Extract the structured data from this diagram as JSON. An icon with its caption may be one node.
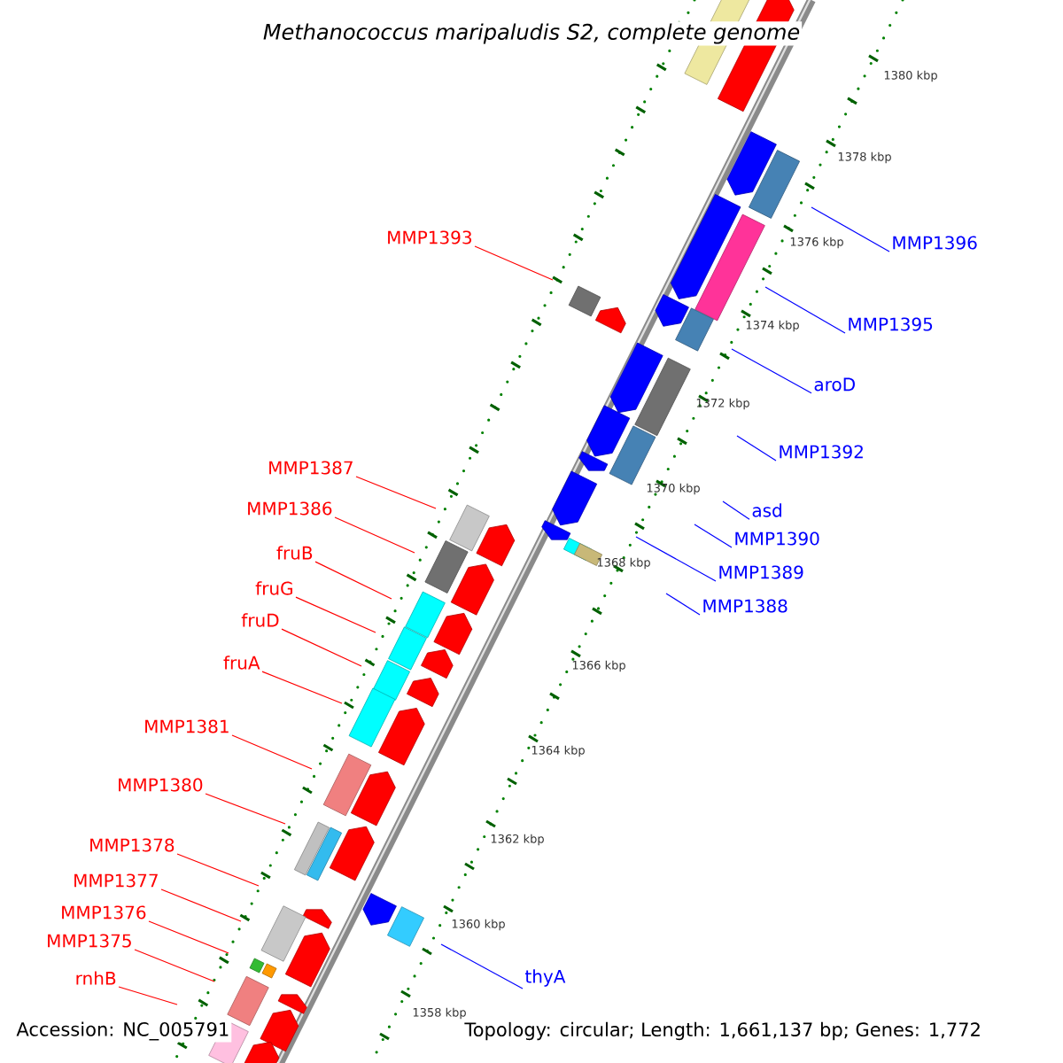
{
  "diagram": {
    "title": "Methanococcus maripaludis S2, complete genome",
    "nodes": [
      {
        "text": [
          "MMP1393"
        ]
      },
      {
        "text": [
          "MMP1396"
        ]
      },
      {
        "text": [
          "MMP1395"
        ]
      },
      {
        "text": [
          "aroD"
        ]
      },
      {
        "text": [
          "MMP1392"
        ]
      },
      {
        "text": [
          "MMP1387"
        ]
      },
      {
        "text": [
          "MMP1386"
        ]
      },
      {
        "text": [
          "asd"
        ]
      },
      {
        "text": [
          "MMP1390"
        ]
      },
      {
        "text": [
          "fruB"
        ]
      },
      {
        "text": [
          "MMP1389"
        ]
      },
      {
        "text": [
          "fruG"
        ]
      },
      {
        "text": [
          "MMP1388"
        ]
      },
      {
        "text": [
          "fruD"
        ]
      },
      {
        "text": [
          "fruA"
        ]
      },
      {
        "text": [
          "MMP1381"
        ]
      },
      {
        "text": [
          "MMP1380"
        ]
      },
      {
        "text": [
          "MMP1378"
        ]
      },
      {
        "text": [
          "MMP1377"
        ]
      },
      {
        "text": [
          "MMP1376"
        ]
      },
      {
        "text": [
          "MMP1375"
        ]
      },
      {
        "text": [
          "rnhB"
        ]
      },
      {
        "text": [
          "thyA"
        ]
      }
    ],
    "edges": [
      {
        "from": 0,
        "to": null,
        "arrow": "none"
      },
      {
        "from": 1,
        "to": null,
        "arrow": "none",
        "color": "#0000ff"
      },
      {
        "from": 2,
        "to": null,
        "arrow": "none",
        "color": "#0000ff"
      },
      {
        "from": 3,
        "to": null,
        "arrow": "none",
        "color": "#0000ff"
      },
      {
        "from": 4,
        "to": null,
        "arrow": "none",
        "color": "#0000ff"
      },
      {
        "from": 5,
        "to": null,
        "arrow": "none"
      },
      {
        "from": 6,
        "to": null,
        "arrow": "none"
      },
      {
        "from": 7,
        "to": null,
        "arrow": "none",
        "color": "#0000ff"
      },
      {
        "from": 8,
        "to": null,
        "arrow": "none",
        "color": "#0000ff"
      },
      {
        "from": 9,
        "to": null,
        "arrow": "none"
      },
      {
        "from": 10,
        "to": null,
        "arrow": "none",
        "color": "#0000ff"
      },
      {
        "from": 11,
        "to": null,
        "arrow": "none"
      },
      {
        "from": 12,
        "to": null,
        "arrow": "none",
        "color": "#0000ff"
      },
      {
        "from": 13,
        "to": null,
        "arrow": "none"
      },
      {
        "from": 14,
        "to": null,
        "arrow": "none"
      },
      {
        "from": 15,
        "to": null,
        "arrow": "none"
      },
      {
        "from": 16,
        "to": null,
        "arrow": "none"
      },
      {
        "from": 17,
        "to": null,
        "arrow": "none"
      },
      {
        "from": 18,
        "to": null,
        "arrow": "none"
      },
      {
        "from": 19,
        "to": null,
        "arrow": "none"
      },
      {
        "from": 20,
        "to": null,
        "arrow": "none"
      },
      {
        "from": 21,
        "to": null,
        "arrow": "none"
      },
      {
        "from": 22,
        "to": null,
        "arrow": "none",
        "color": "#0000ff"
      }
    ],
    "labels": [
      "1380 kbp",
      "1378 kbp",
      "1376 kbp",
      "1374 kbp",
      "1372 kbp",
      "1370 kbp",
      "1368 kbp",
      "1366 kbp",
      "1364 kbp",
      "1362 kbp",
      "1360 kbp",
      "1358 kbp",
      "Accession: NC_005791",
      "Topology: circular; Length: 1,661,137 bp; Genes: 1,772"
    ]
  }
}
